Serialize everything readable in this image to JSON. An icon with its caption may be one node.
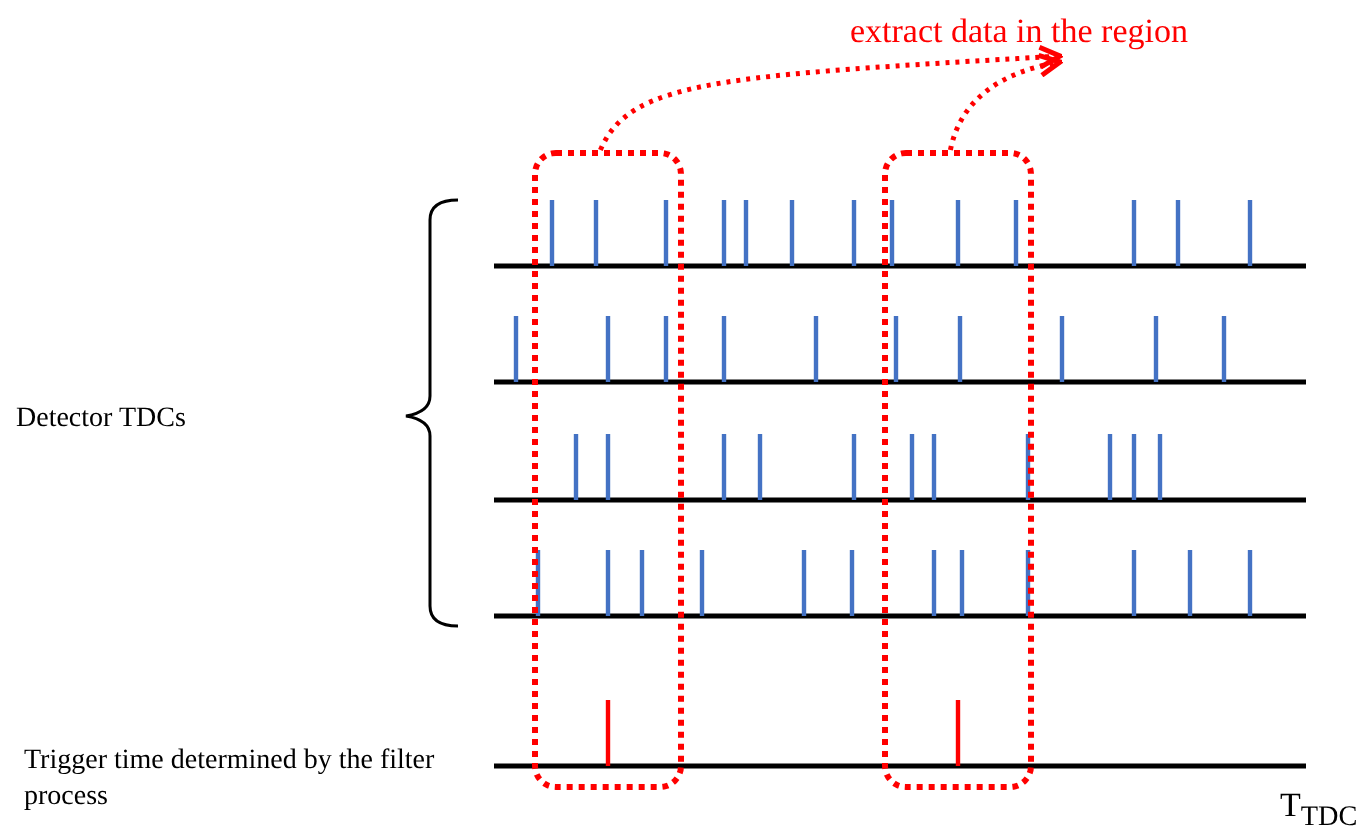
{
  "diagram": {
    "nodes": [
      {
        "text": [
          "extract data in the region"
        ]
      },
      {
        "text": [],
        "shape": "box"
      },
      {
        "text": [],
        "shape": "box"
      }
    ],
    "edges": [
      {
        "from": 1,
        "to": 0,
        "arrow": "to",
        "style": "dashed"
      },
      {
        "from": 2,
        "to": 0,
        "arrow": "to",
        "style": "dashed"
      }
    ],
    "labels": [
      "Detector TDCs",
      "Trigger time determined by the filter process",
      "T$_{TDC}$"
    ]
  }
}
